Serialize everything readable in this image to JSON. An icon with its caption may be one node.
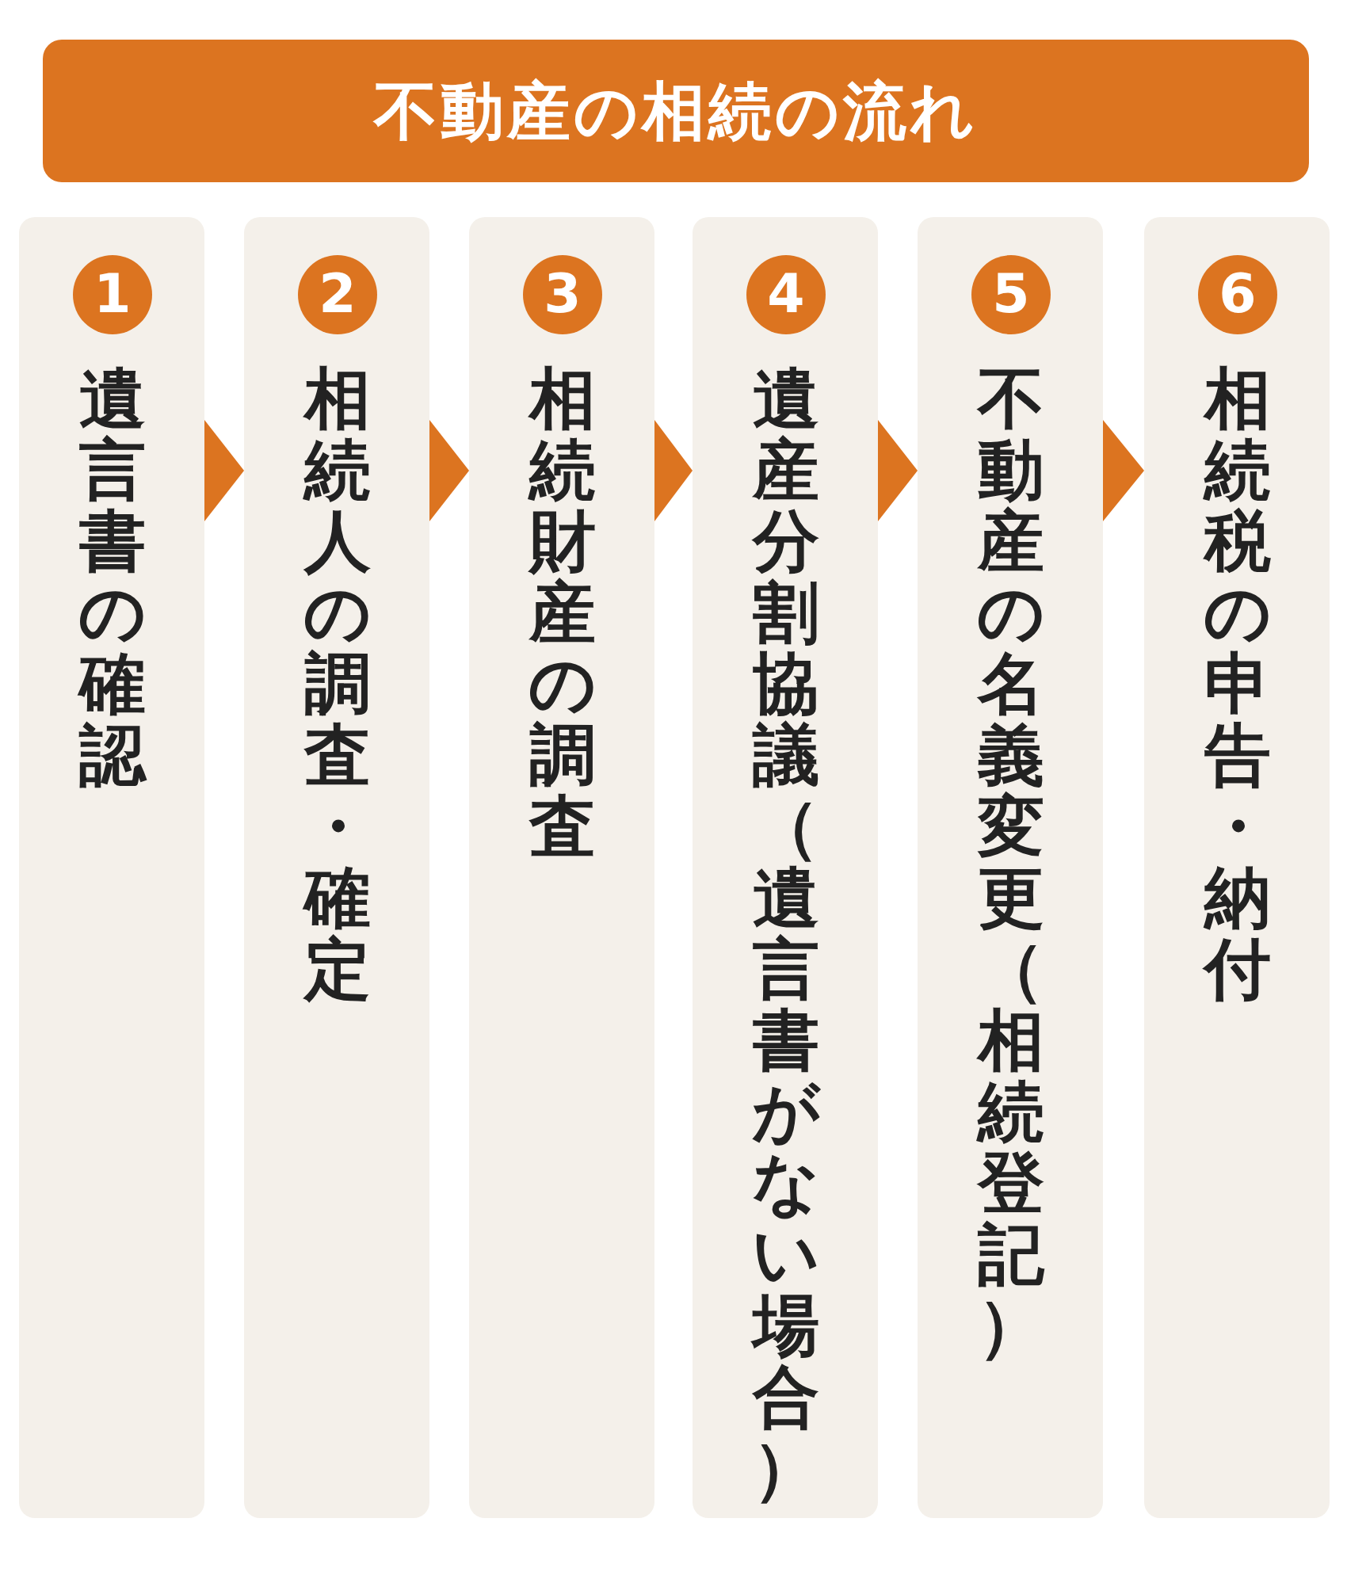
{
  "diagram": {
    "title": "不動産の相続の流れ",
    "nodes": [
      {
        "text": [
          "1",
          "遺言書の確認"
        ]
      },
      {
        "text": [
          "2",
          "相続人の調査・確定"
        ]
      },
      {
        "text": [
          "3",
          "相続財産の調査"
        ]
      },
      {
        "text": [
          "4",
          "遺産分割協議（遺言書がない場合）"
        ]
      },
      {
        "text": [
          "5",
          "不動産の名義変更（相続登記）"
        ]
      },
      {
        "text": [
          "6",
          "相続税の申告・納付"
        ]
      }
    ],
    "edges": [
      {
        "from": 0,
        "to": 1,
        "arrow": "to"
      },
      {
        "from": 1,
        "to": 2,
        "arrow": "to"
      },
      {
        "from": 2,
        "to": 3,
        "arrow": "to"
      },
      {
        "from": 3,
        "to": 4,
        "arrow": "to"
      },
      {
        "from": 4,
        "to": 5,
        "arrow": "to"
      }
    ]
  }
}
